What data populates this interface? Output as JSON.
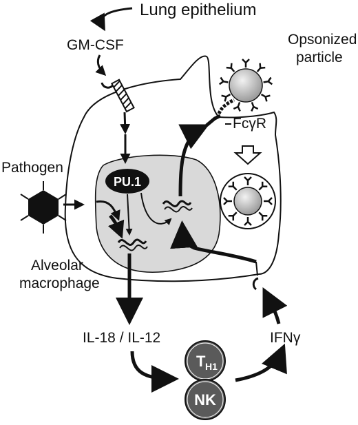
{
  "labels": {
    "lung_epithelium": "Lung epithelium",
    "gm_csf": "GM-CSF",
    "opsonized_line1": "Opsonized",
    "opsonized_line2": "particle",
    "fcgr": "FcγR",
    "pathogen": "Pathogen",
    "pu1": "PU.1",
    "alveolar_line1": "Alveolar",
    "alveolar_line2": "macrophage",
    "il18_il12": "IL-18 / IL-12",
    "ifng": "IFNγ",
    "th1_main": "T",
    "th1_sub": "H1",
    "nk": "NK"
  },
  "colors": {
    "ink": "#111111",
    "nucleus_fill": "#d9d9d9",
    "particle_fill": "#bdbdbd",
    "cell_circle": "#5a5a5a",
    "pathogen": "#111111"
  }
}
